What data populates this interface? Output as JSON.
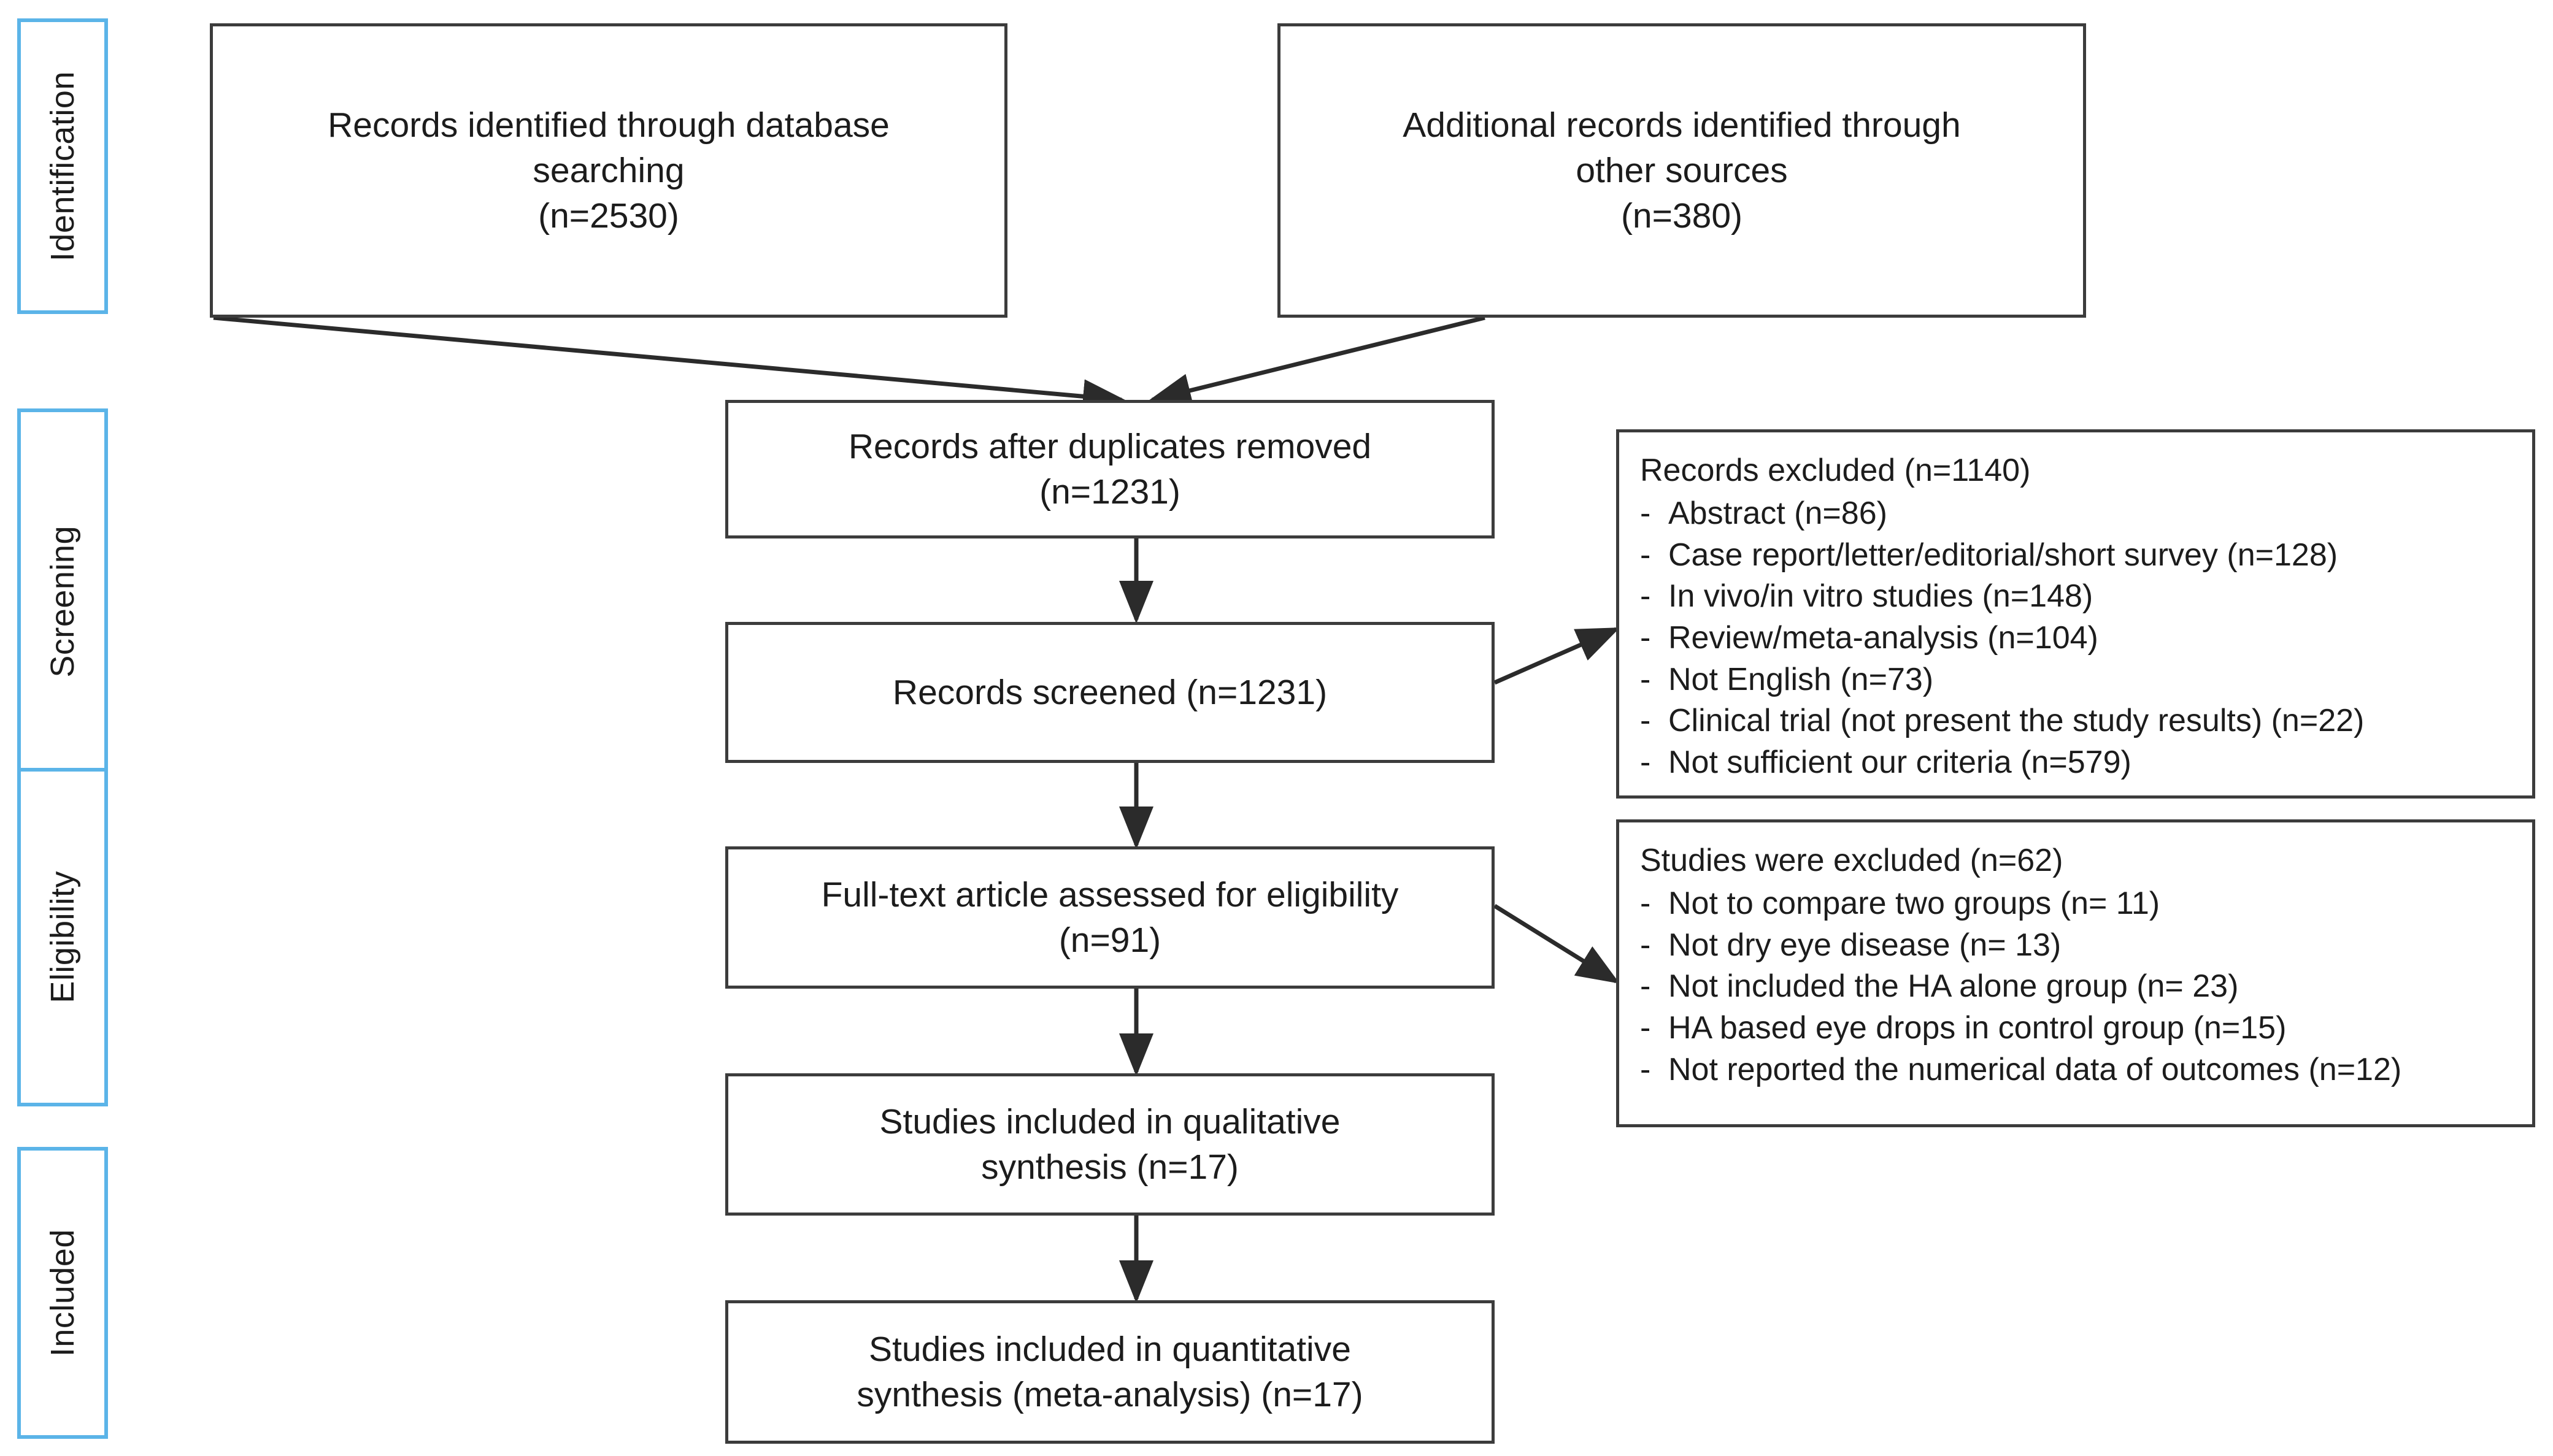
{
  "diagram": {
    "type": "prisma-flow-diagram",
    "accent_color": "#5bb4e8",
    "box_border_color": "#3c3c3c",
    "background": "#ffffff"
  },
  "stages": [
    {
      "id": "identification",
      "label": "Identification"
    },
    {
      "id": "screening",
      "label": "Screening"
    },
    {
      "id": "eligibility",
      "label": "Eligibility"
    },
    {
      "id": "included",
      "label": "Included"
    }
  ],
  "boxes": {
    "database_search": {
      "text": "Records identified through database\nsearching\n(n=2530)",
      "n": 2530
    },
    "other_sources": {
      "text": "Additional records identified through\nother sources\n(n=380)",
      "n": 380
    },
    "after_duplicates": {
      "text": "Records after duplicates removed\n(n=1231)",
      "n": 1231
    },
    "records_screened": {
      "text": "Records screened (n=1231)",
      "n": 1231
    },
    "full_text_assessed": {
      "text": "Full-text article assessed for eligibility\n(n=91)",
      "n": 91
    },
    "qualitative_synthesis": {
      "text": "Studies included in qualitative\nsynthesis  (n=17)",
      "n": 17
    },
    "quantitative_synthesis": {
      "text": "Studies included in quantitative\nsynthesis (meta-analysis)  (n=17)",
      "n": 17
    }
  },
  "records_excluded": {
    "title": "Records excluded (n=1140)",
    "total": 1140,
    "bullet": "-",
    "items": [
      {
        "label": "Abstract (n=86)",
        "n": 86
      },
      {
        "label": "Case report/letter/editorial/short survey (n=128)",
        "n": 128
      },
      {
        "label": "In vivo/in vitro studies (n=148)",
        "n": 148
      },
      {
        "label": "Review/meta-analysis (n=104)",
        "n": 104
      },
      {
        "label": "Not English (n=73)",
        "n": 73
      },
      {
        "label": "Clinical trial (not present the study results) (n=22)",
        "n": 22
      },
      {
        "label": "Not sufficient our criteria (n=579)",
        "n": 579
      }
    ]
  },
  "studies_excluded": {
    "title": "Studies were excluded (n=62)",
    "total": 62,
    "bullet": "-",
    "items": [
      {
        "label": "Not to compare two groups (n= 11)",
        "n": 11
      },
      {
        "label": "Not dry eye disease (n= 13)",
        "n": 13
      },
      {
        "label": "Not included the HA alone group (n= 23)",
        "n": 23
      },
      {
        "label": "HA based eye drops in control group (n=15)",
        "n": 15
      },
      {
        "label": "Not reported the numerical data of outcomes (n=12)",
        "n": 12
      }
    ]
  }
}
